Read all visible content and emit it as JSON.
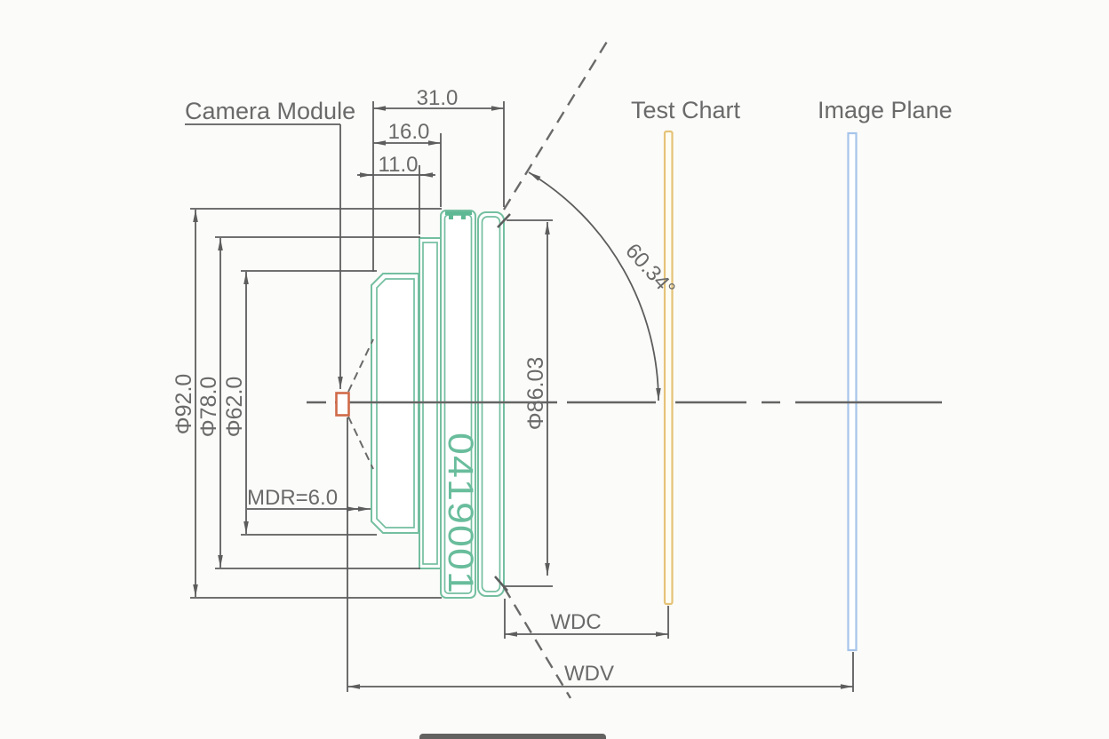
{
  "drawing": {
    "camera_module_label": "Camera Module",
    "test_chart_label": "Test Chart",
    "image_plane_label": "Image Plane",
    "lens_serial": "0419001",
    "dims": {
      "front_length": "31.0",
      "mid_length": "16.0",
      "mount_length": "11.0",
      "dia_outer": "Φ92.0",
      "dia_mid": "Φ78.0",
      "dia_mount": "Φ62.0",
      "dia_front": "Φ86.03",
      "mdr": "MDR=6.0",
      "fov_angle": "60.34°",
      "wdc": "WDC",
      "wdv": "WDV"
    },
    "colors": {
      "lens_green": "#74bfa0",
      "serial_green": "#69bd9c",
      "sensor_orange": "#d06a48",
      "test_chart_gold": "#e5c378",
      "image_plane_blue": "#a6c4ea",
      "line_gray": "#5d5d5d",
      "text_gray": "#6a6a6a"
    }
  }
}
